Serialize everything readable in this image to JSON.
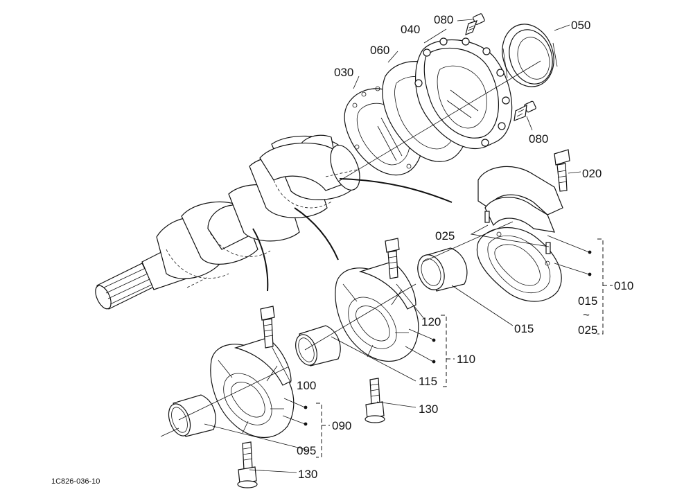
{
  "callouts": {
    "c010": "010",
    "c015a": "015",
    "c015b": "015",
    "c_tilde": "~",
    "c025a": "025",
    "c025b": "025",
    "c020": "020",
    "c030": "030",
    "c040": "040",
    "c050": "050",
    "c060": "060",
    "c080a": "080",
    "c080b": "080",
    "c090": "090",
    "c095": "095",
    "c100": "100",
    "c110": "110",
    "c115": "115",
    "c120": "120",
    "c130a": "130",
    "c130b": "130"
  },
  "drawing_code": "1C826-036-10"
}
